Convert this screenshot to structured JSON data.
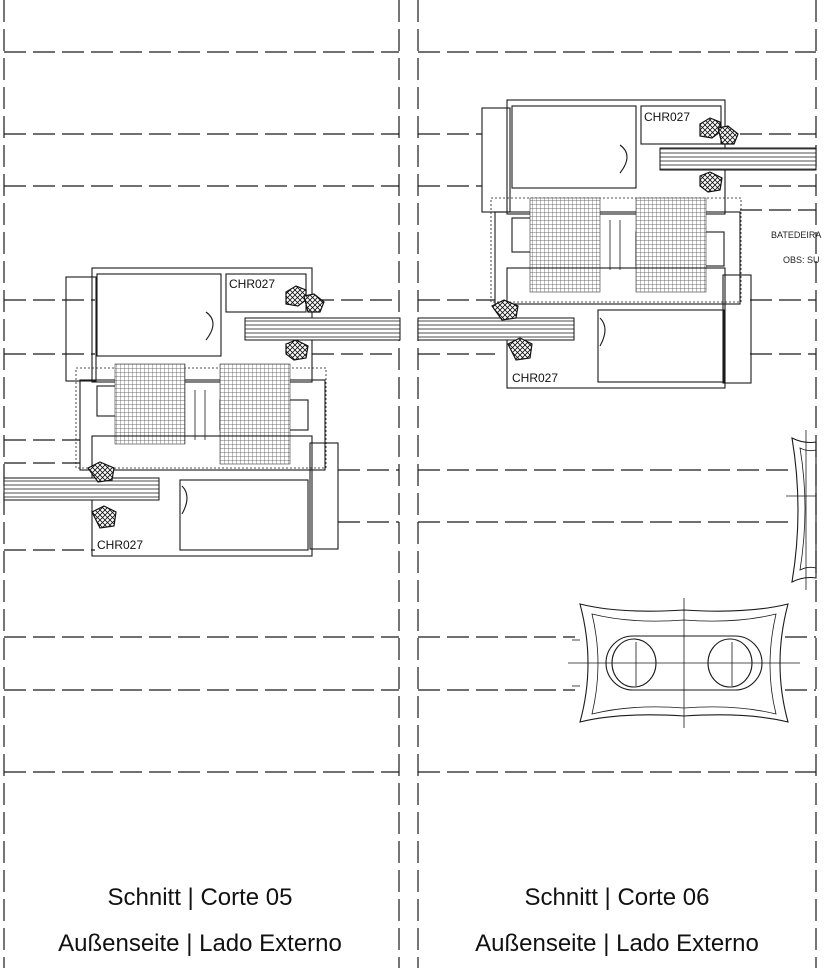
{
  "sections": [
    {
      "title": "Schnitt | Corte 05",
      "subtitle": "Außenseite | Lado Externo"
    },
    {
      "title": "Schnitt | Corte 06",
      "subtitle": "Außenseite | Lado Externo"
    }
  ],
  "profile_labels": [
    "CHR027",
    "CHR027",
    "CHR027",
    "CHR027"
  ],
  "notes": [
    "BATEDEIRA",
    "OBS: SU"
  ],
  "colors": {
    "line": "#1a1a1a",
    "background": "#ffffff"
  }
}
